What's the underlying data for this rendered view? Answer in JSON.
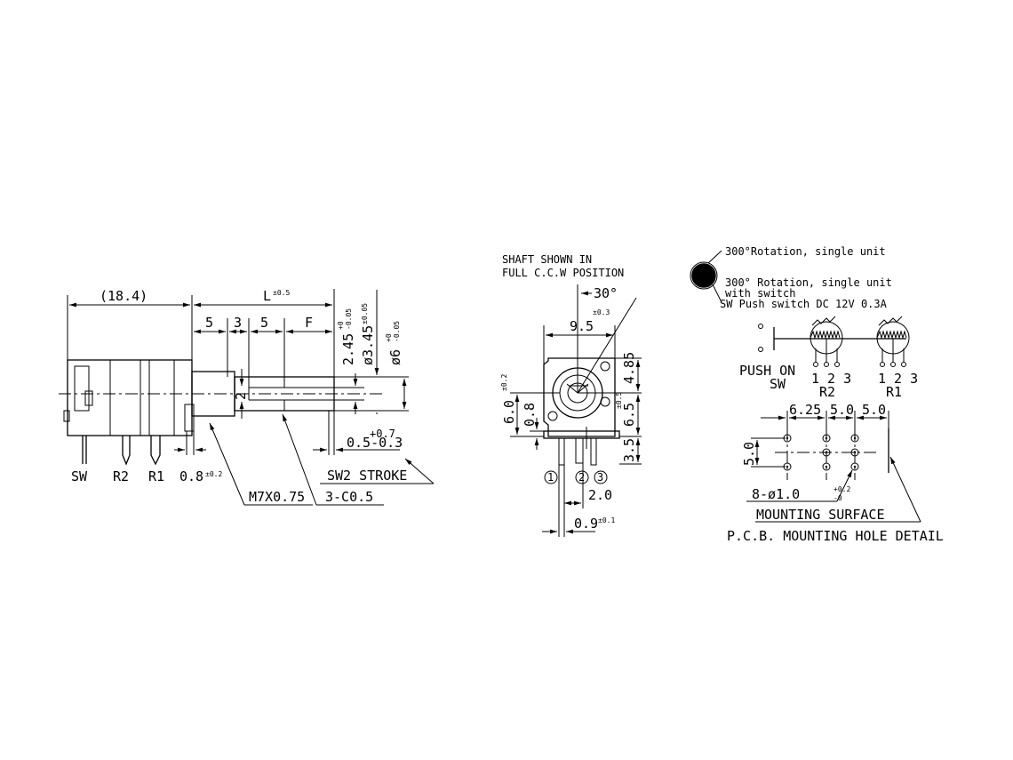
{
  "side_view": {
    "dim_overall": "(18.4)",
    "dim_L": "L",
    "dim_L_tol": "±0.5",
    "dim_5a": "5",
    "dim_3": "3",
    "dim_5b": "5",
    "dim_F": "F",
    "dim_2": "2",
    "dim_245": "2.45",
    "dim_245_tol_top": "+0",
    "dim_245_tol_bot": "-0.05",
    "dim_345": "ø3.45",
    "dim_345_tol": "±0.05",
    "dim_6": "ø6",
    "dim_6_tol_top": "+0",
    "dim_6_tol_bot": "-0.05",
    "dim_tol_07": "+0.7",
    "dim_05": "0.5-0.3",
    "dim_08": "0.8",
    "dim_08_tol": "±0.2",
    "label_sw2_stroke": "SW2 STROKE",
    "label_m7": "M7X0.75",
    "label_3c05": "3-C0.5",
    "pin_sw": "SW",
    "pin_r2": "R2",
    "pin_r1": "R1"
  },
  "front_view": {
    "note_line1": "SHAFT SHOWN IN",
    "note_line2": "FULL C.C.W POSITION",
    "angle": "30°",
    "dim_95": "9.5",
    "dim_95_tol": "±0.3",
    "dim_485": "4.85",
    "dim_65": "6.5",
    "dim_65_tol": "±0.5",
    "dim_35": "3.5",
    "dim_60": "6.0",
    "dim_60_tol": "±0.2",
    "dim_08": "0.8",
    "dim_20": "2.0",
    "dim_09": "0.9",
    "dim_09_tol": "±0.1",
    "pin1": "1",
    "pin2": "2",
    "pin3": "3"
  },
  "legend": {
    "rot_single": "300°Rotation, single unit",
    "rot_switch_1": "300° Rotation, single unit",
    "rot_switch_2": "with switch",
    "sw_push": "SW Push switch DC 12V 0.3A"
  },
  "schematic": {
    "push_on": "PUSH ON",
    "sw": "SW",
    "r2_pins": "1 2 3",
    "r2": "R2",
    "r1_pins": "1 2 3",
    "r1": "R1"
  },
  "pcb": {
    "dim_625": "6.25",
    "dim_50a": "5.0",
    "dim_50b": "5.0",
    "dim_50v": "5.0",
    "holes": "8-ø1.0",
    "holes_tol_top": "+0.2",
    "holes_tol_bot": "-0",
    "mounting_surface": "MOUNTING SURFACE",
    "title": "P.C.B. MOUNTING HOLE DETAIL"
  },
  "colors": {
    "ink": "#000000",
    "paper": "#ffffff"
  }
}
